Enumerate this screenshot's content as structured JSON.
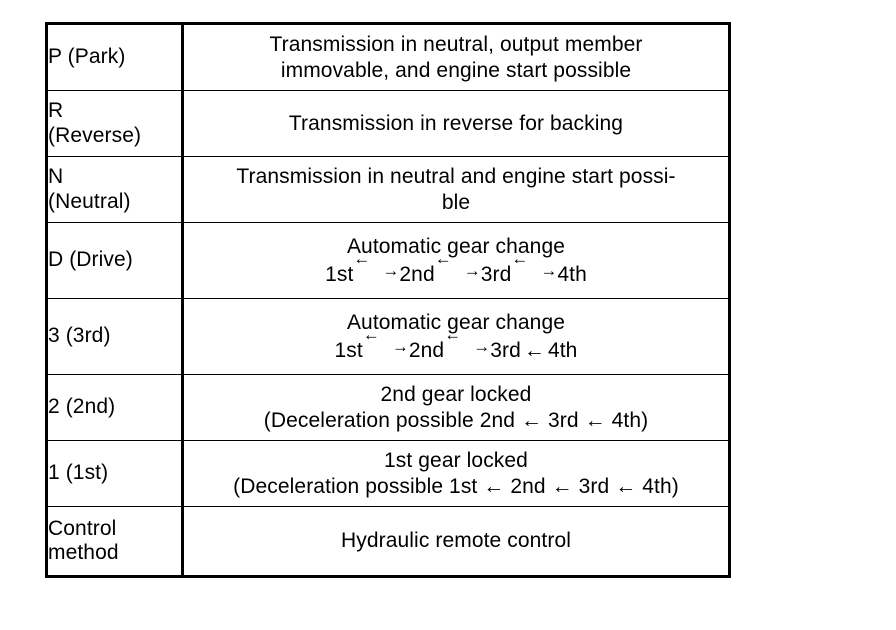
{
  "document": {
    "type": "table",
    "title": "Selector lever range functions",
    "background_color": "#ffffff",
    "text_color": "#000000",
    "columns": 2
  },
  "table": {
    "rows": [
      {
        "id": "park",
        "range_lines": [
          "P (Park)"
        ],
        "desc_lines": [
          {
            "segments": [
              {
                "kind": "text",
                "text": "Transmission in neutral, output member"
              }
            ]
          },
          {
            "segments": [
              {
                "kind": "text",
                "text": "immovable, and engine start possible"
              }
            ]
          }
        ]
      },
      {
        "id": "reverse",
        "range_lines": [
          "R",
          "(Reverse)"
        ],
        "desc_lines": [
          {
            "segments": [
              {
                "kind": "text",
                "text": "Transmission in reverse for backing"
              }
            ]
          }
        ]
      },
      {
        "id": "neutral",
        "range_lines": [
          "N",
          "(Neutral)"
        ],
        "desc_lines": [
          {
            "segments": [
              {
                "kind": "text",
                "text": "Transmission in neutral and engine start possi-"
              }
            ]
          },
          {
            "segments": [
              {
                "kind": "text",
                "text": "ble"
              }
            ]
          }
        ]
      },
      {
        "id": "drive",
        "range_lines": [
          "D (Drive)"
        ],
        "desc_lines": [
          {
            "segments": [
              {
                "kind": "text",
                "text": "Automatic gear change"
              }
            ]
          },
          {
            "segments": [
              {
                "kind": "text",
                "text": "1st"
              },
              {
                "kind": "biarrow",
                "top": "←",
                "bottom": "→"
              },
              {
                "kind": "text",
                "text": "2nd"
              },
              {
                "kind": "biarrow",
                "top": "←",
                "bottom": "→"
              },
              {
                "kind": "text",
                "text": "3rd"
              },
              {
                "kind": "biarrow",
                "top": "←",
                "bottom": "→"
              },
              {
                "kind": "text",
                "text": "4th"
              }
            ]
          }
        ]
      },
      {
        "id": "third",
        "range_lines": [
          "3 (3rd)"
        ],
        "desc_lines": [
          {
            "segments": [
              {
                "kind": "text",
                "text": "Automatic gear change"
              }
            ]
          },
          {
            "segments": [
              {
                "kind": "text",
                "text": "1st"
              },
              {
                "kind": "biarrow",
                "top": "←",
                "bottom": "→"
              },
              {
                "kind": "text",
                "text": "2nd"
              },
              {
                "kind": "biarrow",
                "top": "←",
                "bottom": "→"
              },
              {
                "kind": "text",
                "text": "3rd"
              },
              {
                "kind": "arrow",
                "text": "←"
              },
              {
                "kind": "text",
                "text": "4th"
              }
            ]
          }
        ]
      },
      {
        "id": "second",
        "range_lines": [
          "2 (2nd)"
        ],
        "desc_lines": [
          {
            "segments": [
              {
                "kind": "text",
                "text": "2nd gear locked"
              }
            ]
          },
          {
            "segments": [
              {
                "kind": "text",
                "text": "(Deceleration possible 2nd ← 3rd ← 4th)"
              }
            ]
          }
        ]
      },
      {
        "id": "first",
        "range_lines": [
          "1 (1st)"
        ],
        "desc_lines": [
          {
            "segments": [
              {
                "kind": "text",
                "text": "1st gear locked"
              }
            ]
          },
          {
            "segments": [
              {
                "kind": "text",
                "text": "(Deceleration possible 1st ← 2nd ← 3rd ← 4th)"
              }
            ]
          }
        ]
      },
      {
        "id": "control-method",
        "range_lines": [
          "Control",
          "method"
        ],
        "desc_lines": [
          {
            "segments": [
              {
                "kind": "text",
                "text": "Hydraulic remote control"
              }
            ]
          }
        ]
      }
    ]
  }
}
